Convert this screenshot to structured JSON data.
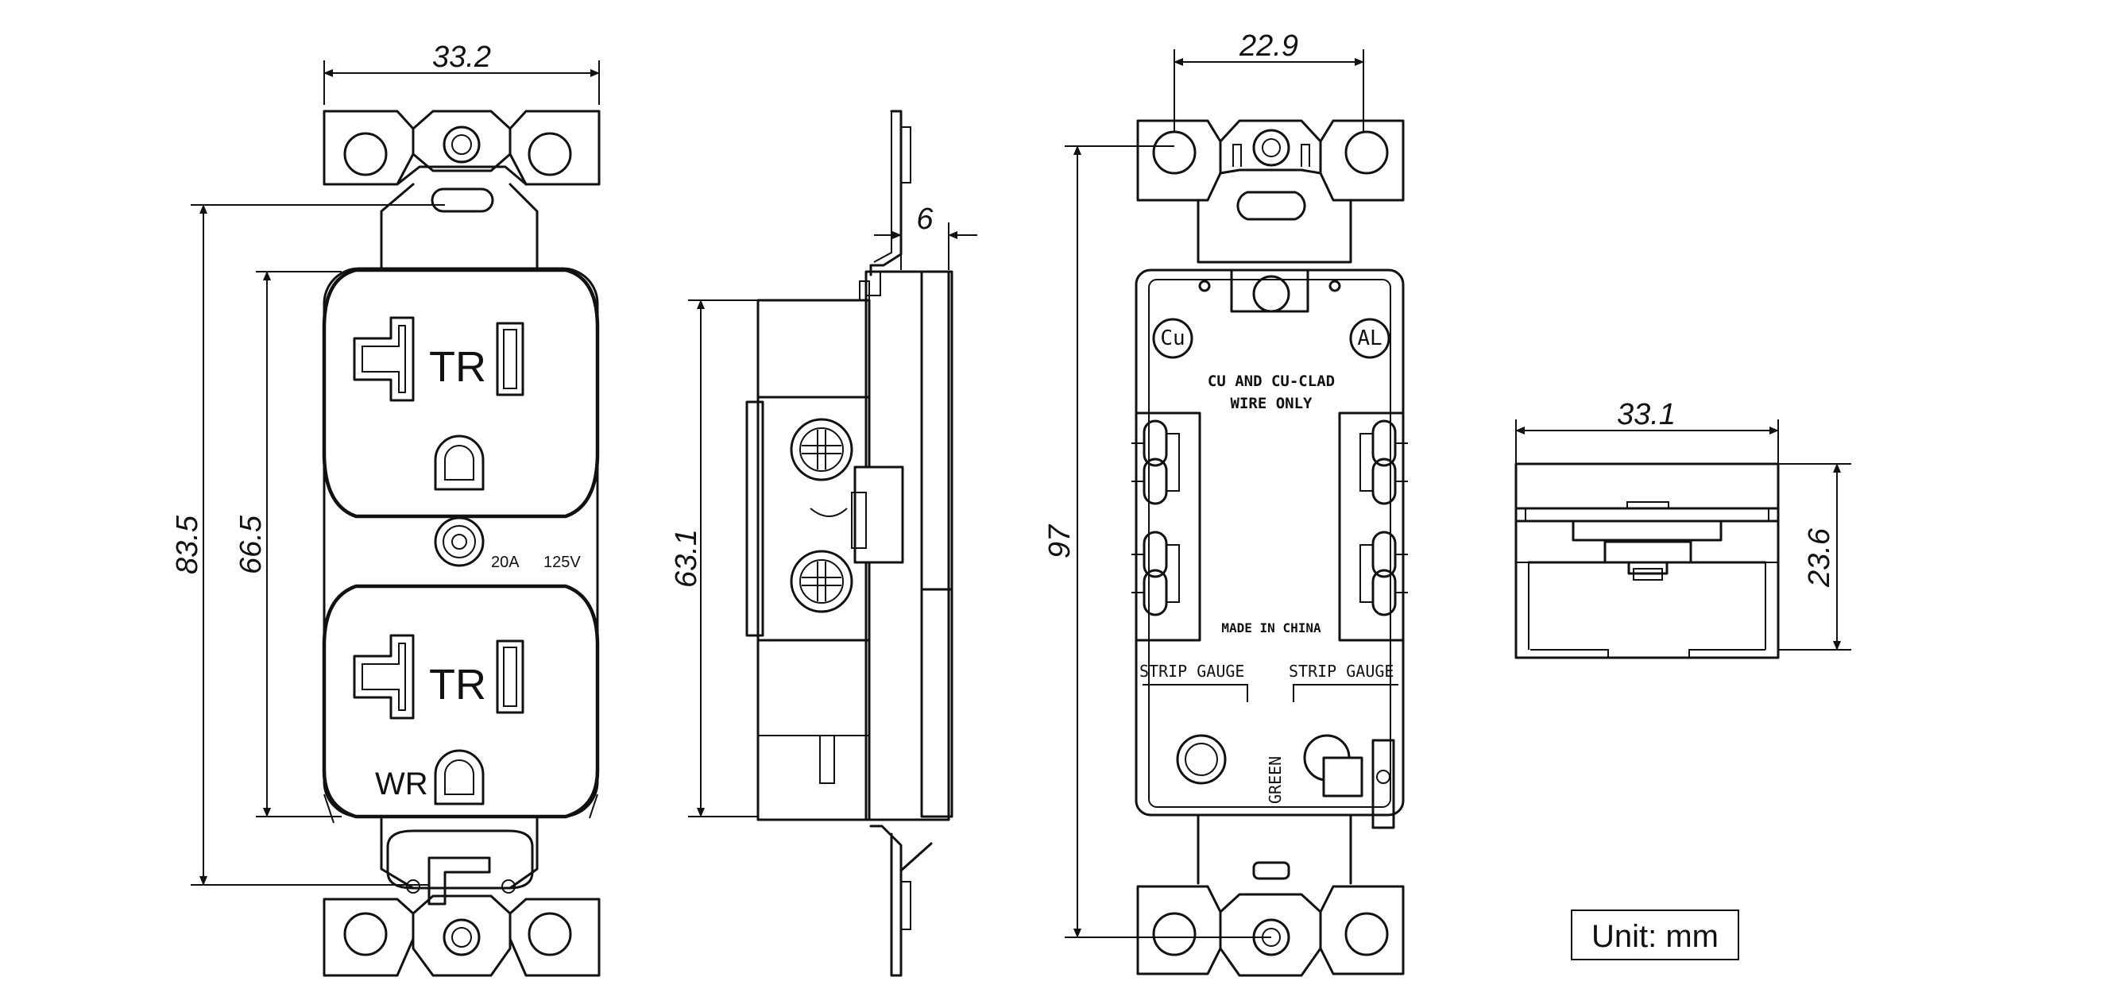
{
  "front_view": {
    "width_dim": "33.2",
    "outer_height_dim": "83.5",
    "inner_height_dim": "66.5",
    "top_outlet_label": "TR",
    "bottom_outlet_label": "TR",
    "rating_amps": "20A",
    "rating_volts": "125V",
    "wr_label": "WR"
  },
  "side_view": {
    "height_dim": "63.1",
    "depth_dim": "6"
  },
  "back_view": {
    "hole_spacing_dim": "22.9",
    "height_dim": "97",
    "cu_mark": "Cu",
    "al_mark": "AL",
    "wire_note_1": "CU AND CU-CLAD",
    "wire_note_2": "WIRE ONLY",
    "made_in": "MADE IN CHINA",
    "strip_gauge_left": "STRIP GAUGE",
    "strip_gauge_right": "STRIP GAUGE",
    "ground_label": "GREEN"
  },
  "bottom_view": {
    "width_dim": "33.1",
    "height_dim": "23.6"
  },
  "unit_label": "Unit: mm"
}
